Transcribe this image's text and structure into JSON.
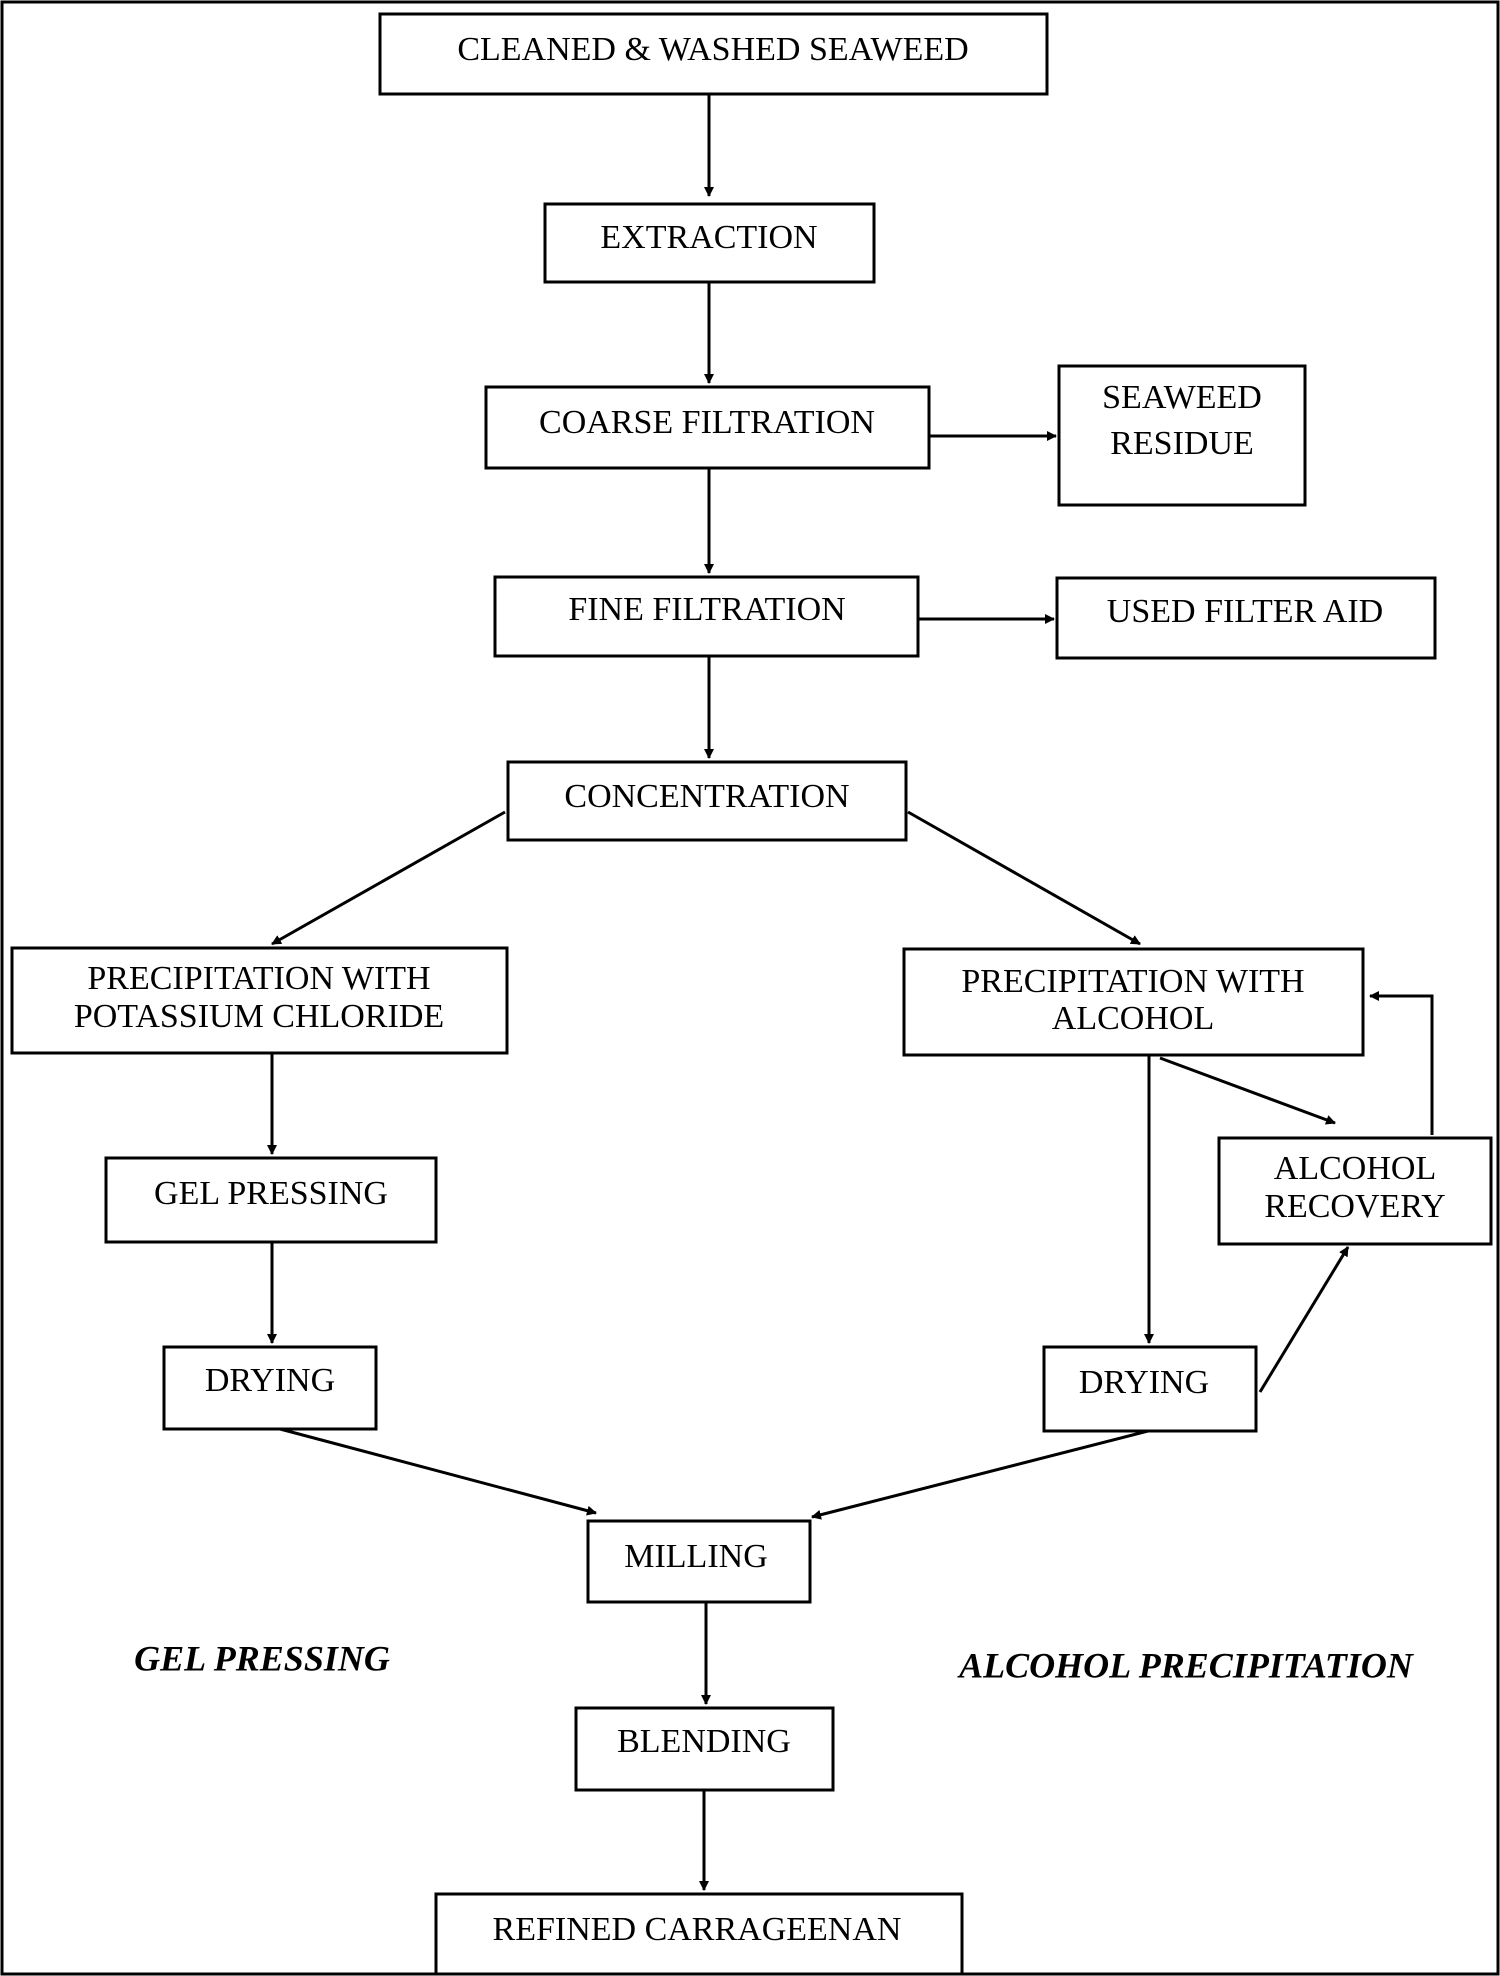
{
  "nodes": {
    "cleaned_washed": "CLEANED & WASHED SEAWEED",
    "extraction": "EXTRACTION",
    "coarse_filtration": "COARSE FILTRATION",
    "seaweed_residue_1": "SEAWEED",
    "seaweed_residue_2": "RESIDUE",
    "fine_filtration": "FINE FILTRATION",
    "used_filter_aid": "USED FILTER AID",
    "concentration": "CONCENTRATION",
    "precip_kcl_1": "PRECIPITATION WITH",
    "precip_kcl_2": "POTASSIUM CHLORIDE",
    "precip_alcohol_1": "PRECIPITATION WITH",
    "precip_alcohol_2": "ALCOHOL",
    "gel_pressing": "GEL PRESSING",
    "alcohol_recovery_1": "ALCOHOL",
    "alcohol_recovery_2": "RECOVERY",
    "drying_left": "DRYING",
    "drying_right": "DRYING",
    "milling": "MILLING",
    "blending": "BLENDING",
    "refined": "REFINED CARRAGEENAN"
  },
  "section_labels": {
    "gel_pressing": "GEL PRESSING",
    "alcohol_precipitation": "ALCOHOL PRECIPITATION"
  },
  "colors": {
    "stroke": "#000000",
    "background": "#ffffff"
  }
}
